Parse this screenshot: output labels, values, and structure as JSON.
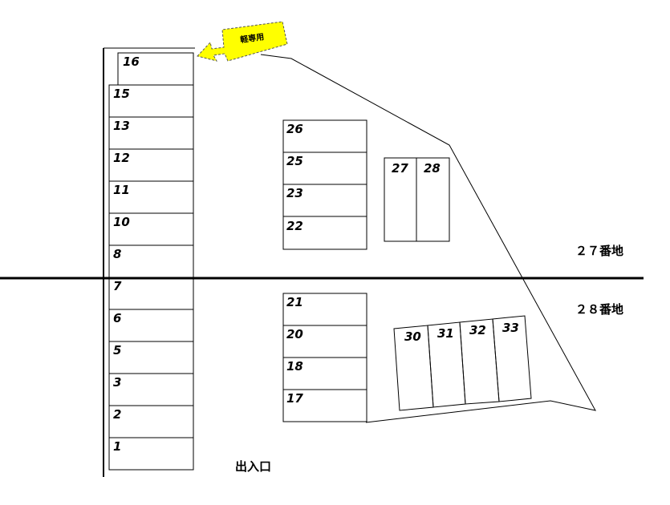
{
  "colors": {
    "line": "#000000",
    "kei_fill": "#ffff00",
    "kei_stroke": "#555555"
  },
  "kei_only_label": "軽専用",
  "exit_label": "出入口",
  "area_labels": {
    "lot_27": "２７番地",
    "lot_28": "２８番地"
  },
  "left_column": [
    "16",
    "15",
    "13",
    "12",
    "11",
    "10",
    "8",
    "7",
    "6",
    "5",
    "3",
    "2",
    "1"
  ],
  "mid_upper": [
    "26",
    "25",
    "23",
    "22"
  ],
  "mid_lower": [
    "21",
    "20",
    "18",
    "17"
  ],
  "right_upper": [
    "27",
    "28"
  ],
  "right_lower": [
    "30",
    "31",
    "32",
    "33"
  ]
}
